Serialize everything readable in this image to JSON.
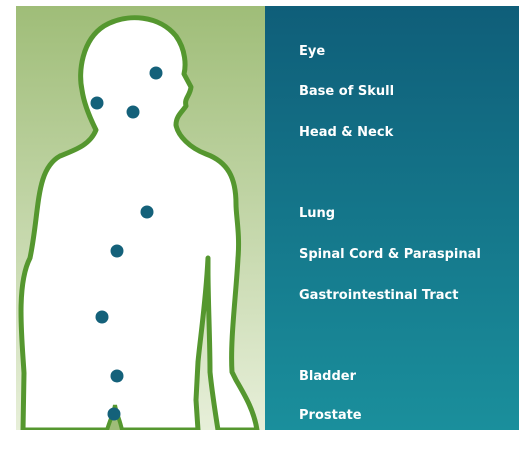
{
  "body_sites": [
    {
      "label": "Eye"
    },
    {
      "label": "Base of Skull"
    },
    {
      "label": "Head & Neck"
    },
    {
      "label": "Lung"
    },
    {
      "label": "Spinal Cord & Paraspinal"
    },
    {
      "label": "Gastrointestinal Tract"
    },
    {
      "label": "Bladder"
    },
    {
      "label": "Prostate"
    }
  ],
  "colors": {
    "green_top": "#9fbd78",
    "green_bottom": "#e7efd9",
    "teal_top": "#0f5e79",
    "teal_bottom": "#1a8f9c",
    "outline": "#55972f",
    "marker": "#14617a",
    "label_text": "#ffffff"
  }
}
